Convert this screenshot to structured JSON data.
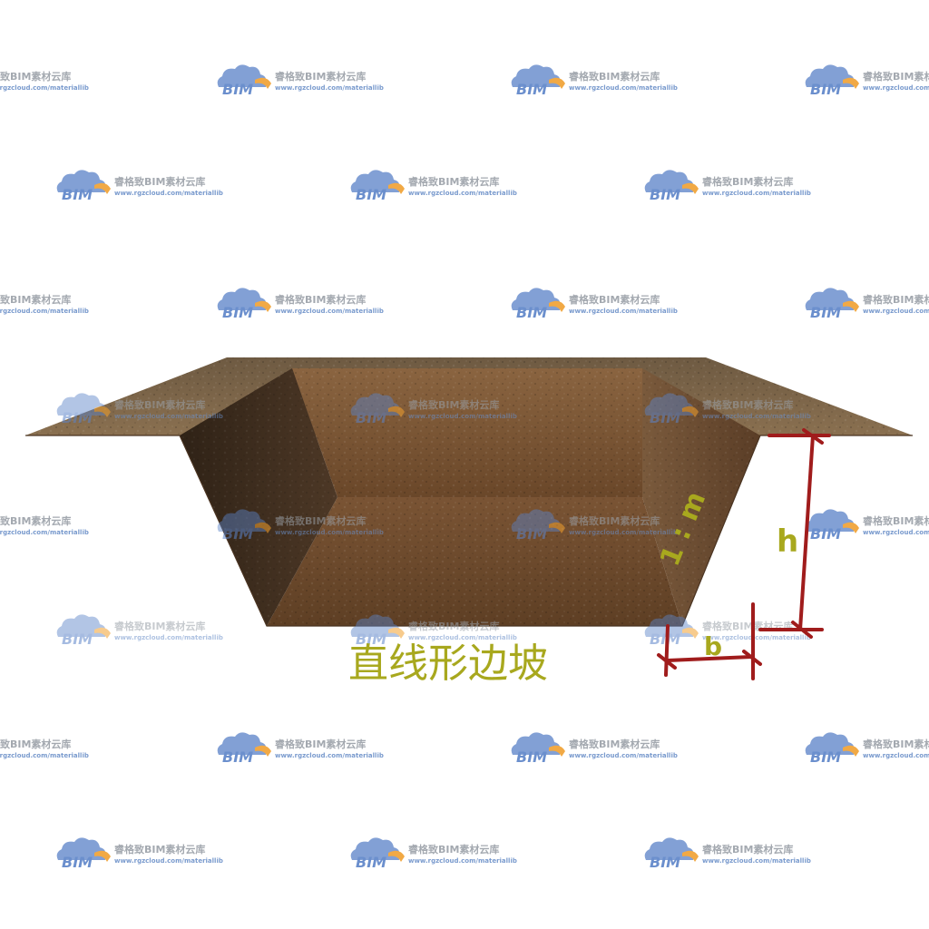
{
  "diagram": {
    "caption": "直线形边坡",
    "labels": {
      "slope_ratio": "1 : m",
      "height": "h",
      "base": "b"
    },
    "colors": {
      "ground_surface": "#7a6347",
      "pit_floor": "#6f4b2b",
      "far_wall": "#7a5533",
      "left_wall": "#3f2d1e",
      "right_wall": "#6a4a30",
      "dimension_lines": "#a01c1c",
      "label_text": "#a8a81e"
    }
  },
  "watermark": {
    "logo_text": "BIM",
    "brand": "睿格致BIM素材云库",
    "url": "www.rgzcloud.com/materiallib",
    "colors": {
      "cloud_blue": "#5b83c8",
      "cloud_orange": "#f0a030",
      "text_gray": "#9aa0a8",
      "text_blue": "#6a8fc8"
    }
  }
}
